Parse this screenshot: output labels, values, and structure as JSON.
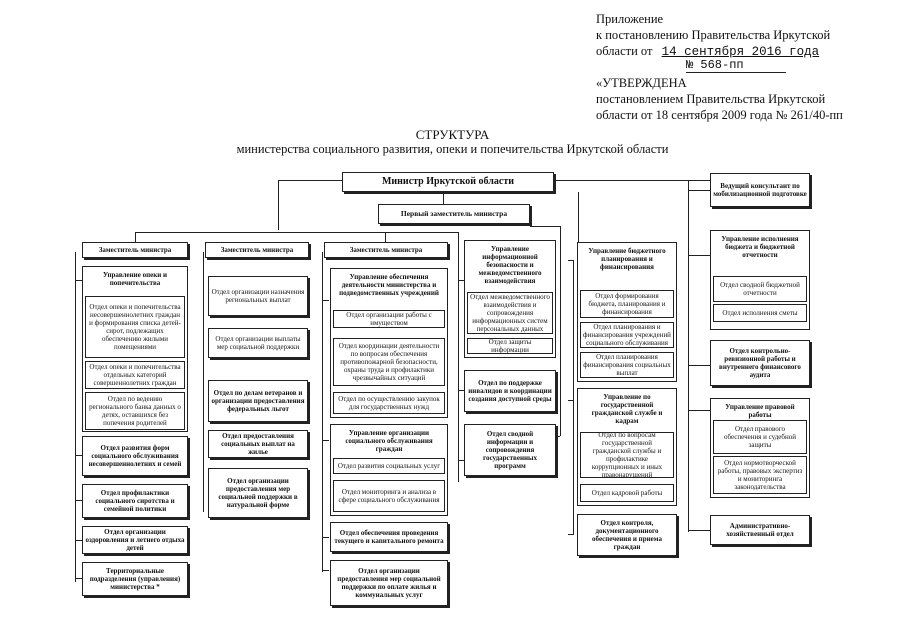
{
  "header": {
    "line1": "Приложение",
    "line2": "к постановлению Правительства Иркутской",
    "line3_prefix": "области от",
    "stamp_date": "14 сентября 2016 года",
    "stamp_number": "№ 568-пп",
    "approved": "«УТВЕРЖДЕНА",
    "approved2": "постановлением Правительства Иркутской",
    "approved3": "области от 18 сентября 2009 года № 261/40-пп"
  },
  "title": {
    "line1": "СТРУКТУРА",
    "line2": "министерства социального развития, опеки и попечительства Иркутской области"
  },
  "minister": "Министр Иркутской области",
  "first_deputy": "Первый заместитель министра",
  "right_column": {
    "consultant": "Ведущий консультант по мобилизационной подготовке",
    "budget_exec": "Управление исполнения бюджета и бюджетной отчетности",
    "budget_report": "Отдел сводной бюджетной отчетности",
    "estimate": "Отдел исполнения сметы",
    "control_audit": "Отдел контрольно-ревизионной работы и внутреннего финансового аудита",
    "legal": "Управление правовой работы",
    "legal_support": "Отдел правового обеспечения и судебной защиты",
    "norm": "Отдел нормотворческой работы, правовых экспертиз и мониторинга законодательства",
    "admin": "Административно-хозяйственный отдел"
  },
  "col1": {
    "deputy": "Заместитель министра",
    "guardianship": "Управление опеки и попечительства",
    "items": [
      "Отдел опеки и попечительства несовершеннолетних граждан и формирования списка детей-сирот, подлежащих обеспечению жилыми помещениями",
      "Отдел опеки и попечительства отдельных категорий совершеннолетних граждан",
      "Отдел по ведению регионального банка данных о детях, оставшихся без попечения родителей"
    ],
    "forms": "Отдел развития форм социального обслуживания несовершеннолетних и семей",
    "prevention": "Отдел профилактики социального сиротства и семейной политики",
    "recreation": "Отдел организации оздоровления и летнего отдыха детей",
    "territorial": "Территориальные подразделения (управления) министерства *"
  },
  "col2": {
    "deputy": "Заместитель министра",
    "regional_payments": "Отдел организации назначения региональных выплат",
    "social_support": "Отдел организации выплаты мер социальной поддержки",
    "veterans": "Отдел по делам ветеранов и организации предоставления федеральных льгот",
    "housing": "Отдел предоставления социальных выплат на жилье",
    "in_kind": "Отдел организации предоставления мер социальной поддержки в натуральной форме"
  },
  "col3": {
    "deputy": "Заместитель министра",
    "provision": "Управление обеспечения деятельности министерства и подведомственных учреждений",
    "property": "Отдел организации работы с имуществом",
    "coordination": "Отдел координации деятельности по вопросам обеспечения противопожарной безопасности, охраны труда и профилактики чрезвычайных ситуаций",
    "procurement": "Отдел по осуществлению закупок для государственных нужд",
    "soc_service": "Управление организации социального обслуживания граждан",
    "soc_dev": "Отдел развития социальных услуг",
    "monitoring": "Отдел мониторинга и анализа в сфере социального обслуживания",
    "repair": "Отдел обеспечения проведения текущего и капитального ремонта",
    "utilities": "Отдел организации предоставления мер социальной поддержки по оплате жилья и коммунальных услуг"
  },
  "col4": {
    "infosec": "Управление информационной безопасности и межведомственного взаимодействия",
    "interagency": "Отдел межведомственного взаимодействия и сопровождения информационных систем персональных данных",
    "protection": "Отдел защиты информации",
    "disabled": "Отдел по поддержке инвалидов и координации создания доступной среды",
    "programs": "Отдел сводной информации и сопровождения государственных программ"
  },
  "col5": {
    "budget_planning": "Управление бюджетного планирования и финансирования",
    "formation": "Отдел формирования бюджета, планирования и финансирования",
    "planning_inst": "Отдел планирования и финансирования учреждений социального обслуживания",
    "planning_pay": "Отдел планирования финансирования социальных выплат",
    "civil_service": "Управление по государственной гражданской службе и кадрам",
    "anticorr": "Отдел по вопросам государственной гражданской службы и профилактике коррупционных и иных правонарушений",
    "hr": "Отдел кадровой работы",
    "doc_control": "Отдел контроля, документационного обеспечения и приема граждан"
  }
}
